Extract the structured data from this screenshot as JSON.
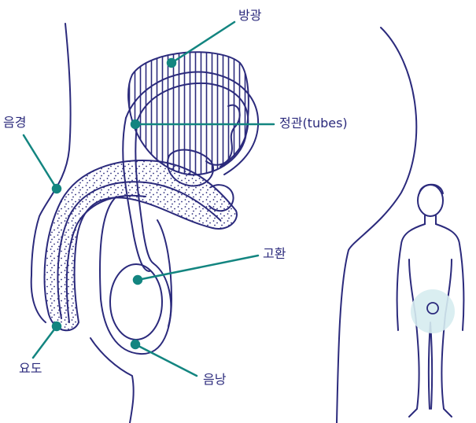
{
  "labels": {
    "bladder": "방광",
    "vas_deferens": "정관(tubes)",
    "penis": "음경",
    "testicle": "고환",
    "urethra": "요도",
    "scrotum": "음낭"
  },
  "colors": {
    "outline": "#2b2a7c",
    "pointer": "#138580",
    "highlight_circle": "#d6ecef",
    "background": "#ffffff"
  }
}
